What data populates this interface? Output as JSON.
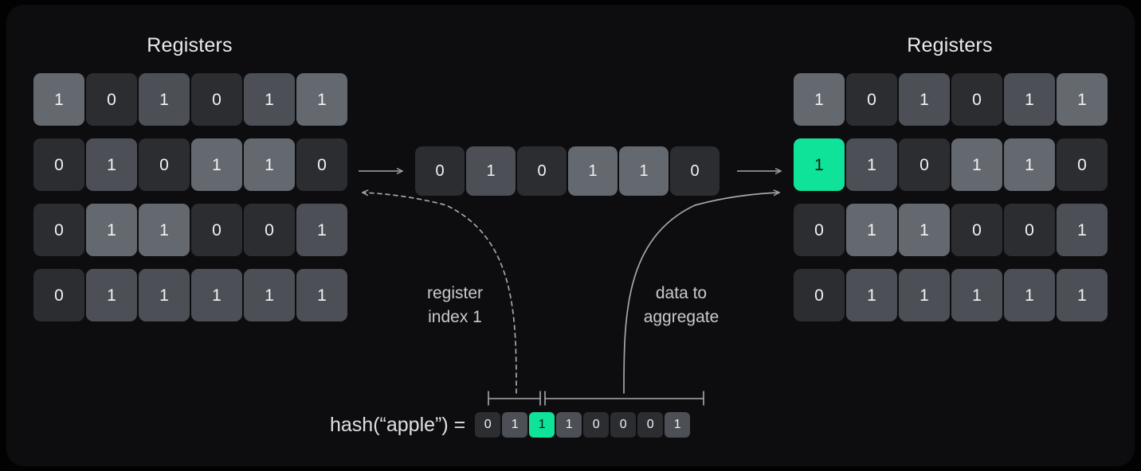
{
  "panel": {
    "background": "#0d0d0f",
    "accent": "#0fe39a"
  },
  "left_registers": {
    "title": "Registers",
    "rows": [
      [
        {
          "v": "1",
          "s": "v1b"
        },
        {
          "v": "0",
          "s": "v0"
        },
        {
          "v": "1",
          "s": "v1"
        },
        {
          "v": "0",
          "s": "v0"
        },
        {
          "v": "1",
          "s": "v1"
        },
        {
          "v": "1",
          "s": "v1b"
        }
      ],
      [
        {
          "v": "0",
          "s": "v0"
        },
        {
          "v": "1",
          "s": "v1"
        },
        {
          "v": "0",
          "s": "v0"
        },
        {
          "v": "1",
          "s": "v1b"
        },
        {
          "v": "1",
          "s": "v1b"
        },
        {
          "v": "0",
          "s": "v0"
        }
      ],
      [
        {
          "v": "0",
          "s": "v0"
        },
        {
          "v": "1",
          "s": "v1b"
        },
        {
          "v": "1",
          "s": "v1b"
        },
        {
          "v": "0",
          "s": "v0"
        },
        {
          "v": "0",
          "s": "v0"
        },
        {
          "v": "1",
          "s": "v1"
        }
      ],
      [
        {
          "v": "0",
          "s": "v0"
        },
        {
          "v": "1",
          "s": "v1"
        },
        {
          "v": "1",
          "s": "v1"
        },
        {
          "v": "1",
          "s": "v1"
        },
        {
          "v": "1",
          "s": "v1"
        },
        {
          "v": "1",
          "s": "v1"
        }
      ]
    ]
  },
  "middle_row": {
    "cells": [
      {
        "v": "0",
        "s": "v0"
      },
      {
        "v": "1",
        "s": "v1"
      },
      {
        "v": "0",
        "s": "v0"
      },
      {
        "v": "1",
        "s": "v1b"
      },
      {
        "v": "1",
        "s": "v1b"
      },
      {
        "v": "0",
        "s": "v0"
      }
    ]
  },
  "right_registers": {
    "title": "Registers",
    "rows": [
      [
        {
          "v": "1",
          "s": "v1b"
        },
        {
          "v": "0",
          "s": "v0"
        },
        {
          "v": "1",
          "s": "v1"
        },
        {
          "v": "0",
          "s": "v0"
        },
        {
          "v": "1",
          "s": "v1"
        },
        {
          "v": "1",
          "s": "v1b"
        }
      ],
      [
        {
          "v": "1",
          "s": "hl"
        },
        {
          "v": "1",
          "s": "v1"
        },
        {
          "v": "0",
          "s": "v0"
        },
        {
          "v": "1",
          "s": "v1b"
        },
        {
          "v": "1",
          "s": "v1b"
        },
        {
          "v": "0",
          "s": "v0"
        }
      ],
      [
        {
          "v": "0",
          "s": "v0"
        },
        {
          "v": "1",
          "s": "v1b"
        },
        {
          "v": "1",
          "s": "v1b"
        },
        {
          "v": "0",
          "s": "v0"
        },
        {
          "v": "0",
          "s": "v0"
        },
        {
          "v": "1",
          "s": "v1"
        }
      ],
      [
        {
          "v": "0",
          "s": "v0"
        },
        {
          "v": "1",
          "s": "v1"
        },
        {
          "v": "1",
          "s": "v1"
        },
        {
          "v": "1",
          "s": "v1"
        },
        {
          "v": "1",
          "s": "v1"
        },
        {
          "v": "1",
          "s": "v1"
        }
      ]
    ]
  },
  "hash": {
    "label": "hash(“apple”) =",
    "bits": [
      {
        "v": "0",
        "s": "v0"
      },
      {
        "v": "1",
        "s": "v1"
      },
      {
        "v": "1",
        "s": "hl"
      },
      {
        "v": "1",
        "s": "v1"
      },
      {
        "v": "0",
        "s": "v0"
      },
      {
        "v": "0",
        "s": "v0"
      },
      {
        "v": "0",
        "s": "v0"
      },
      {
        "v": "1",
        "s": "v1"
      }
    ]
  },
  "annotations": {
    "register_index": "register\nindex 1",
    "data_to_aggregate": "data to\naggregate"
  }
}
